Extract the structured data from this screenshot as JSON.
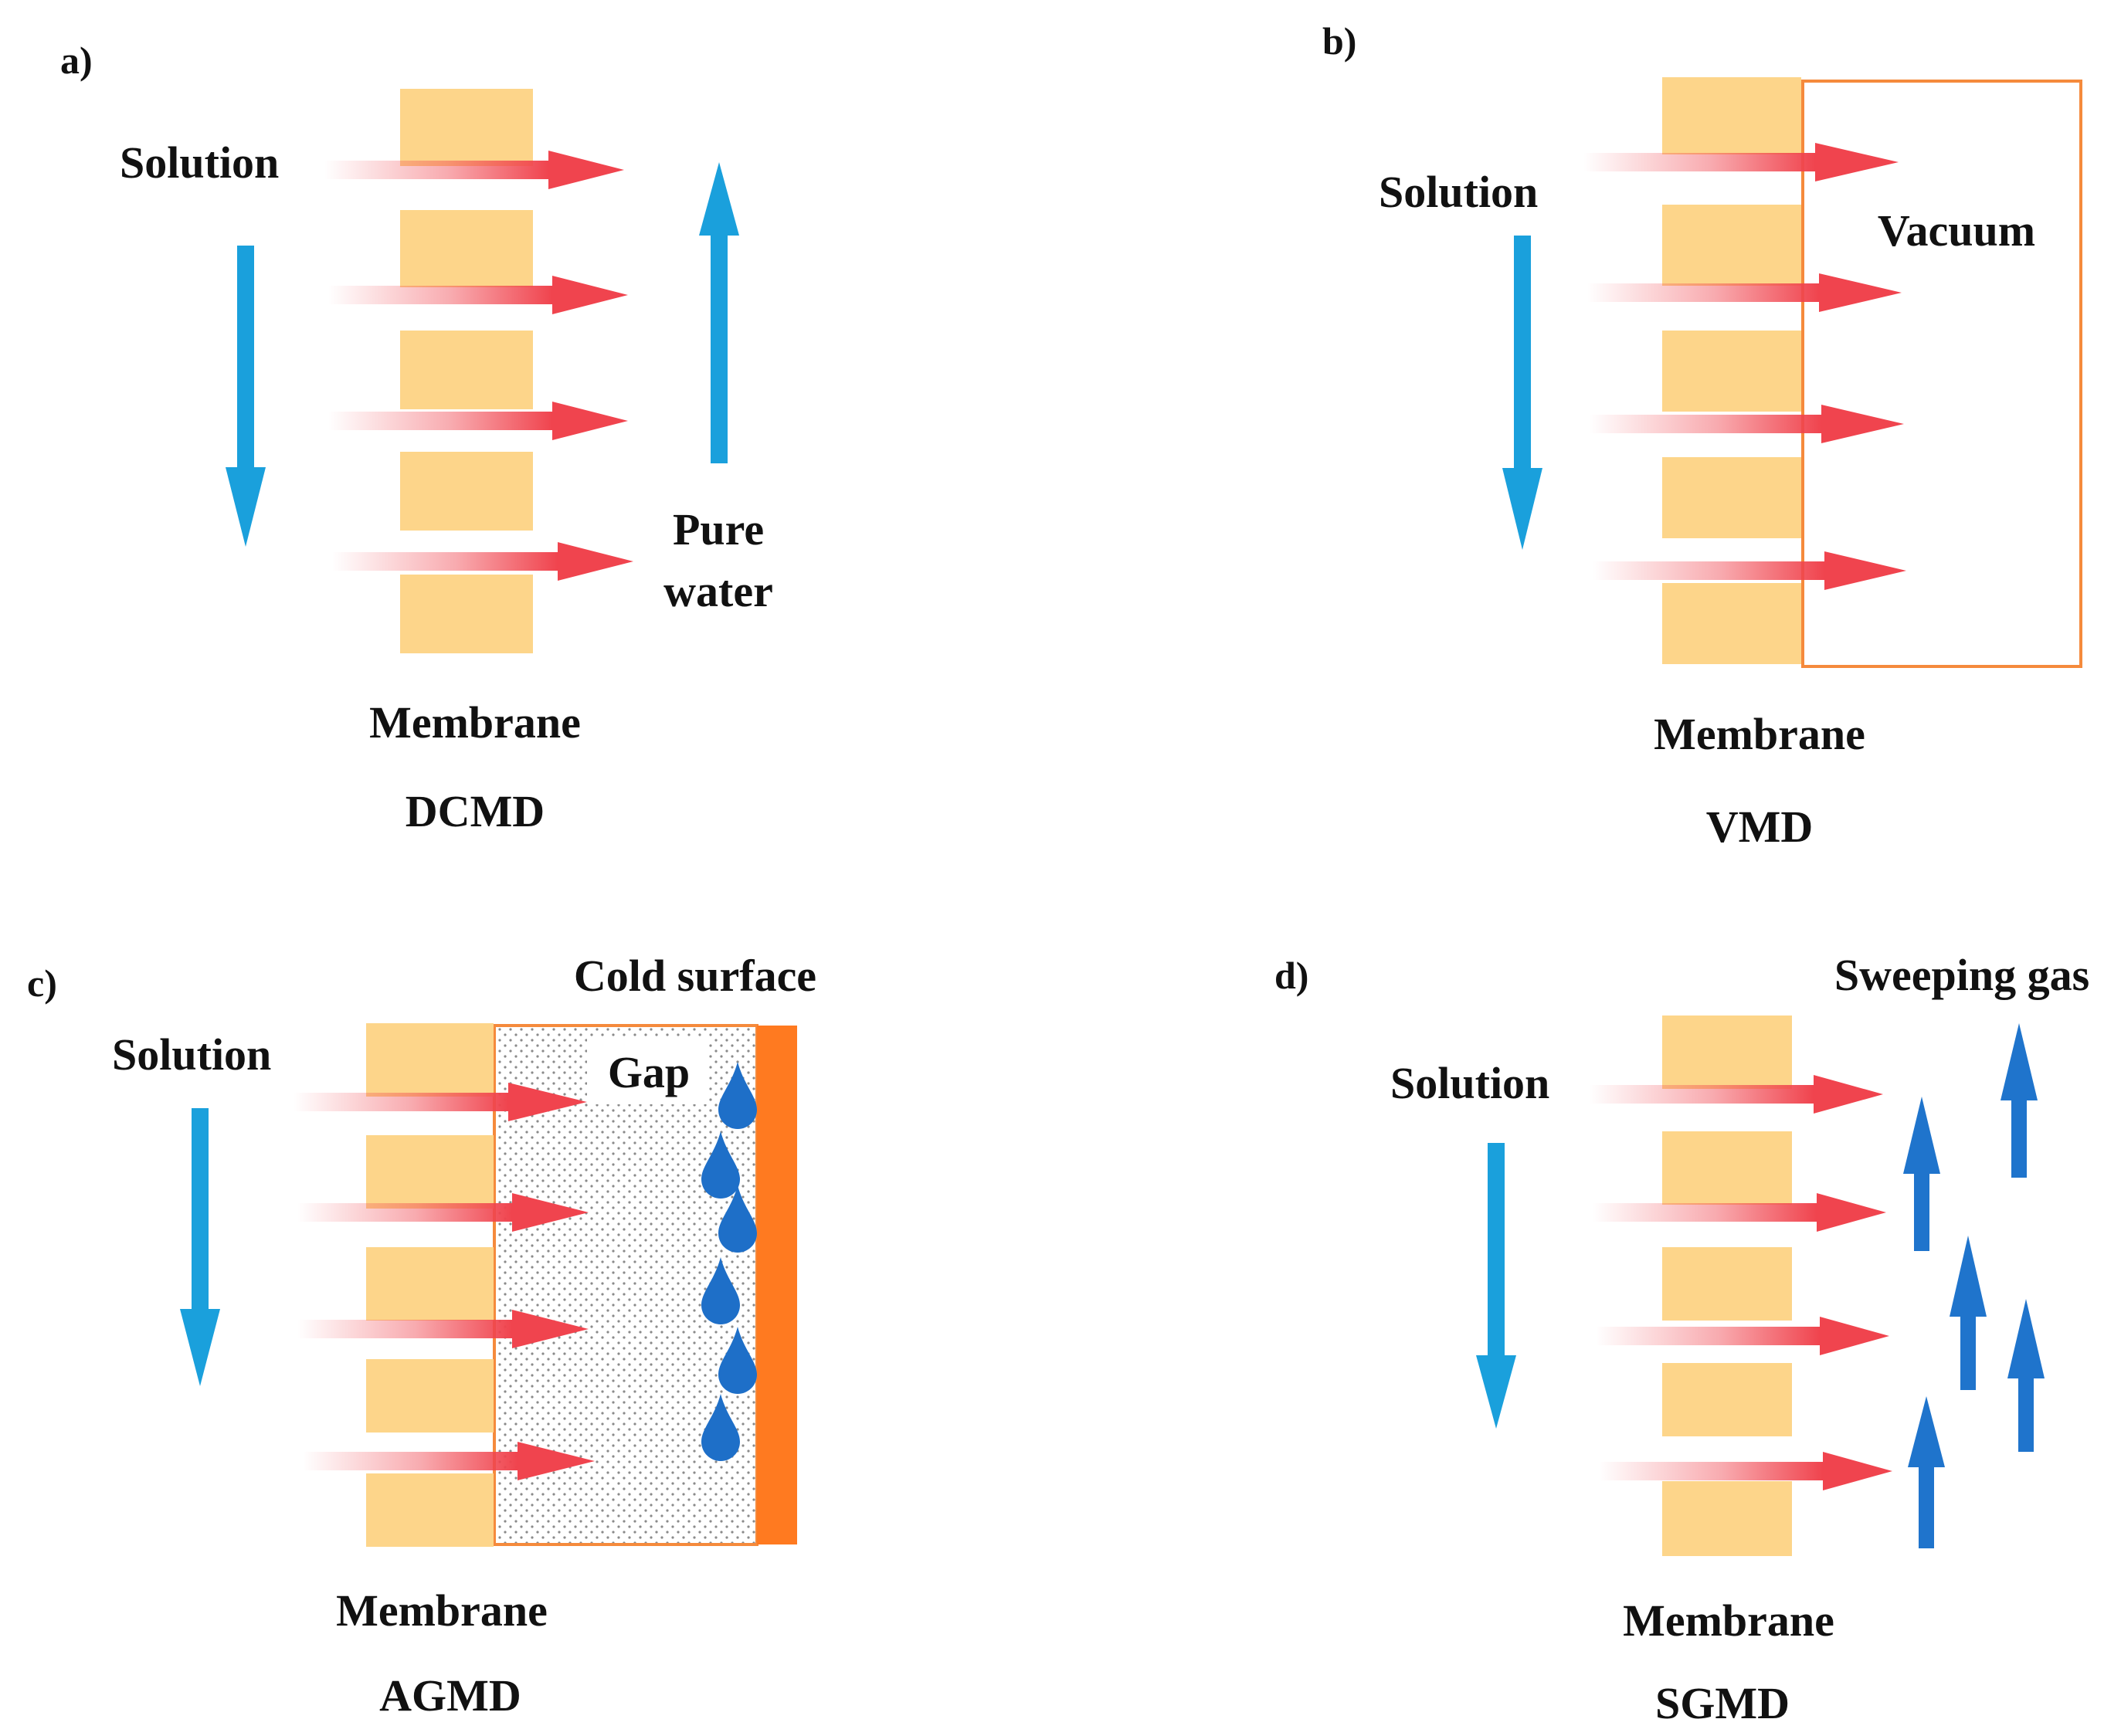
{
  "colors": {
    "membrane_block": "#FDD58A",
    "membrane_block_edge": "#F3BE63",
    "flow_arrow": "#1AA0DC",
    "vapor_arrow": "#F0444E",
    "vacuum_box": "#F58A3C",
    "cold_surface": "#FF7A20",
    "droplet": "#1E6FC8",
    "gas_arrow": "#1F74CC"
  },
  "panels": {
    "a": {
      "letter": "a)",
      "solution": "Solution",
      "pure_water_line1": "Pure",
      "pure_water_line2": "water",
      "membrane": "Membrane",
      "caption": "DCMD"
    },
    "b": {
      "letter": "b)",
      "solution": "Solution",
      "vacuum": "Vacuum",
      "membrane": "Membrane",
      "caption": "VMD"
    },
    "c": {
      "letter": "c)",
      "solution": "Solution",
      "cold_surface": "Cold surface",
      "gap": "Gap",
      "membrane": "Membrane",
      "caption": "AGMD"
    },
    "d": {
      "letter": "d)",
      "solution": "Solution",
      "sweeping_gas": "Sweeping gas",
      "membrane": "Membrane",
      "caption": "SGMD"
    }
  }
}
